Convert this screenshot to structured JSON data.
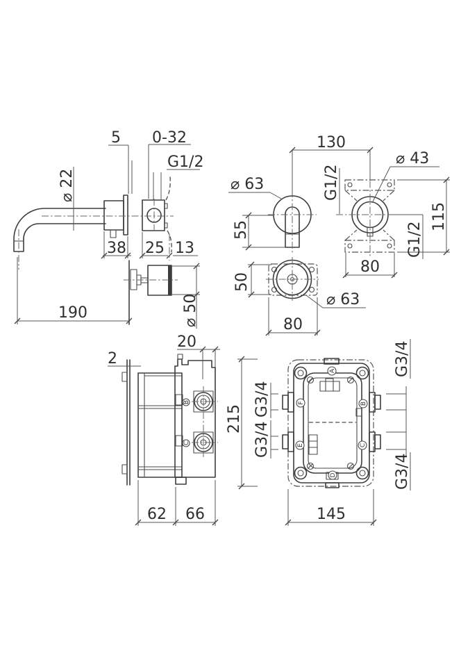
{
  "colors": {
    "line": "#3d3d3d",
    "dim": "#555555",
    "text": "#2f2f2f",
    "background": "#ffffff"
  },
  "views": {
    "faucet_side": {
      "dims": {
        "flange": "5",
        "tile_range": "0-32",
        "inlet_thread": "G1/2",
        "spout_dia": "⌀ 22",
        "body_depth": "38",
        "valve_front": "25",
        "valve_rear": "13",
        "projection": "190"
      },
      "handle": {
        "dia": "⌀ 50"
      }
    },
    "faucet_front": {
      "dims": {
        "centers": "130",
        "handle_dia": "⌀ 43",
        "spout_escutcheon_dia": "⌀ 63",
        "spout_drop": "55",
        "top_thread": "G1/2",
        "bottom_thread": "G1/2",
        "bracket_height": "115",
        "bracket_width": "80",
        "plate_height": "50",
        "plate_width": "80",
        "plate_escutcheon_dia": "⌀ 63"
      }
    },
    "rough_side": {
      "dims": {
        "plate": "2",
        "lip": "20",
        "height": "215",
        "rear_depth": "62",
        "front_depth": "66"
      },
      "ports": {
        "top": "B",
        "bottom": "C"
      }
    },
    "rough_front": {
      "dims": {
        "width": "145"
      },
      "threads": {
        "left_top": "G3/4",
        "left_bottom": "G3/4",
        "right_top": "G3/4",
        "right_bottom": "G3/4"
      },
      "ports": {
        "top": "A",
        "right_top": "B",
        "right_bottom": "C",
        "bottom": "D",
        "left_bottom": "E",
        "left_top": "F"
      }
    }
  }
}
